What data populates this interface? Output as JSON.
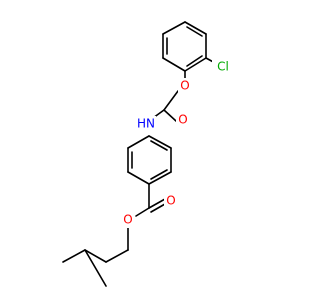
{
  "molecule": {
    "atoms": {
      "cl": {
        "text": "Cl",
        "color": "#00aa00"
      },
      "o_ether": {
        "text": "O",
        "color": "#ff0000"
      },
      "o_amide": {
        "text": "O",
        "color": "#ff0000"
      },
      "nh": {
        "text": "HN",
        "color": "#0000ff"
      },
      "o_carbonyl": {
        "text": "O",
        "color": "#ff0000"
      },
      "o_ester": {
        "text": "O",
        "color": "#ff0000"
      }
    }
  }
}
